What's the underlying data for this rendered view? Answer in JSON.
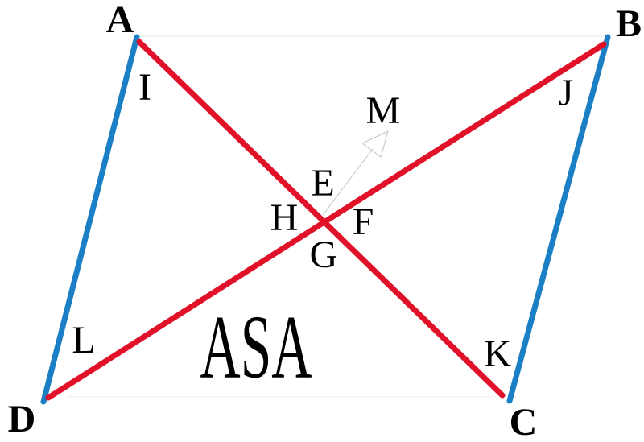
{
  "figure": {
    "caption": "ASA",
    "vertex_labels": {
      "A": "A",
      "B": "B",
      "C": "C",
      "D": "D"
    },
    "angle_labels": {
      "I": "I",
      "J": "J",
      "K": "K",
      "L": "L",
      "E": "E",
      "F": "F",
      "G": "G",
      "H": "H",
      "M": "M"
    }
  },
  "colors": {
    "segment_blue": "#1a7fc4",
    "segment_red": "#e01129",
    "arrow_gray": "#c4c4c4",
    "guide_teal": "#d9e8ea",
    "guide_warm": "#ece5dc",
    "label_black": "#000000"
  }
}
